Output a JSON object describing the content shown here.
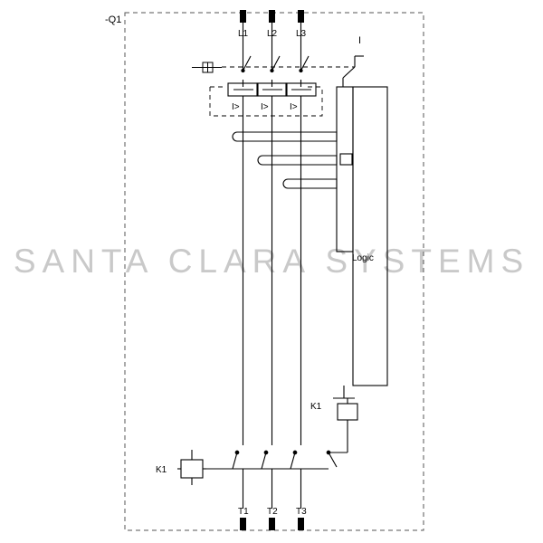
{
  "diagram": {
    "device_tag": "-Q1",
    "watermark": "SANTA CLARA SYSTEMS",
    "labels": {
      "logic_block": "Logic",
      "overload_1": "I>",
      "overload_2": "I>",
      "overload_3": "I>",
      "contactor_coil": "K1",
      "contactor_contacts": "K1",
      "breaker_handle": "I"
    },
    "terminals_top": [
      "L1",
      "L2",
      "L3"
    ],
    "terminals_bottom": [
      "T1",
      "T2",
      "T3"
    ],
    "colors": {
      "line": "#000000",
      "dashed_border": "#555555",
      "watermark": "#c9c9c9",
      "background": "#ffffff"
    }
  }
}
